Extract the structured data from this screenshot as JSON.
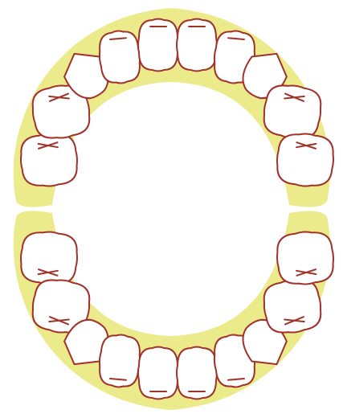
{
  "colors": {
    "gum": "#EBEB8C",
    "tooth_fill": "#FFFFFF",
    "tooth_outline": "#A0322A",
    "background": "#FFFFFF"
  },
  "upper_arch": {
    "teeth": [
      {
        "id": "upper-right-second-molar",
        "shape": "molar",
        "mark": "cross"
      },
      {
        "id": "upper-right-first-molar",
        "shape": "molar",
        "mark": "cross"
      },
      {
        "id": "upper-right-canine",
        "shape": "canine",
        "mark": "none"
      },
      {
        "id": "upper-right-lateral-incisor",
        "shape": "incisor",
        "mark": "dash"
      },
      {
        "id": "upper-right-central-incisor",
        "shape": "incisor",
        "mark": "dash"
      },
      {
        "id": "upper-left-central-incisor",
        "shape": "incisor",
        "mark": "dash"
      },
      {
        "id": "upper-left-lateral-incisor",
        "shape": "incisor",
        "mark": "dash"
      },
      {
        "id": "upper-left-canine",
        "shape": "canine",
        "mark": "none"
      },
      {
        "id": "upper-left-first-molar",
        "shape": "molar",
        "mark": "cross"
      },
      {
        "id": "upper-left-second-molar",
        "shape": "molar",
        "mark": "cross"
      }
    ]
  },
  "lower_arch": {
    "teeth": [
      {
        "id": "lower-right-second-molar",
        "shape": "molar",
        "mark": "cross"
      },
      {
        "id": "lower-right-first-molar",
        "shape": "molar",
        "mark": "cross"
      },
      {
        "id": "lower-right-canine",
        "shape": "canine",
        "mark": "none"
      },
      {
        "id": "lower-right-lateral-incisor",
        "shape": "incisor",
        "mark": "dash"
      },
      {
        "id": "lower-right-central-incisor",
        "shape": "incisor",
        "mark": "dash"
      },
      {
        "id": "lower-left-central-incisor",
        "shape": "incisor",
        "mark": "dash"
      },
      {
        "id": "lower-left-lateral-incisor",
        "shape": "incisor",
        "mark": "dash"
      },
      {
        "id": "lower-left-canine",
        "shape": "canine",
        "mark": "none"
      },
      {
        "id": "lower-left-first-molar",
        "shape": "molar",
        "mark": "cross"
      },
      {
        "id": "lower-left-second-molar",
        "shape": "molar",
        "mark": "cross"
      }
    ]
  }
}
